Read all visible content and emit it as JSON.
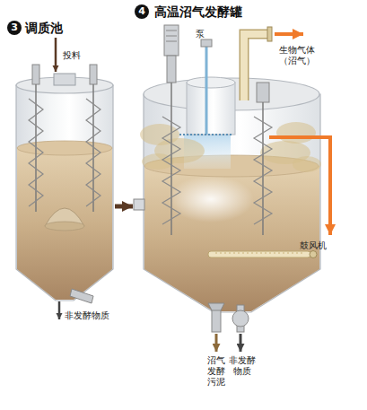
{
  "diagram": {
    "nodes": [
      {
        "text": [
          "调质池"
        ]
      },
      {
        "text": [
          "高温沼气发酵罐"
        ]
      }
    ],
    "edges": [
      {
        "from": 0,
        "to": 1,
        "arrow": "to"
      }
    ],
    "labels": [
      "3",
      "4",
      "投料",
      "非发酵物质",
      "泵",
      "生物气体 （沼气）",
      "鼓风机",
      "沼气 发酵 污泥",
      "非发酵 物质"
    ]
  }
}
